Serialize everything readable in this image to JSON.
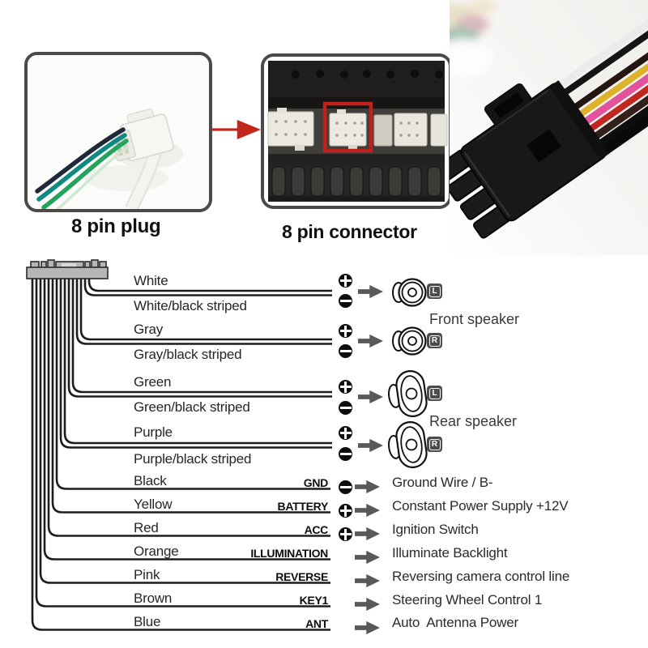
{
  "header": {
    "plug_caption": "8 pin plug",
    "connector_caption": "8 pin connector"
  },
  "icons": {
    "polarity_plus": "plus-in-circle",
    "polarity_minus": "minus-in-circle",
    "flow_arrow": "right-arrow",
    "front_speaker": "round-speaker",
    "rear_speaker": "oval-speaker",
    "photo_arrow": "red-right-arrow"
  },
  "colors": {
    "wire_line": "#1d1d1d",
    "flow_arrow": "#595959",
    "photo_arrow": "#c3261c",
    "highlight_box": "#c2201a",
    "badge_bg": "#4c4c4c"
  },
  "diagram": {
    "front_group_label": "Front speaker",
    "rear_group_label": "Rear speaker",
    "speaker_pairs": [
      {
        "positive_wire": "White",
        "negative_wire": "White/black striped",
        "channel": "L",
        "speaker_shape": "round"
      },
      {
        "positive_wire": "Gray",
        "negative_wire": "Gray/black striped",
        "channel": "R",
        "speaker_shape": "round"
      },
      {
        "positive_wire": "Green",
        "negative_wire": "Green/black striped",
        "channel": "L",
        "speaker_shape": "oval"
      },
      {
        "positive_wire": "Purple",
        "negative_wire": "Purple/black striped",
        "channel": "R",
        "speaker_shape": "oval"
      }
    ],
    "single_wires": [
      {
        "color": "Black",
        "pin": "GND",
        "polarity": "minus",
        "function": "Ground Wire / B-"
      },
      {
        "color": "Yellow",
        "pin": "BATTERY",
        "polarity": "plus",
        "function": "Constant Power Supply +12V"
      },
      {
        "color": "Red",
        "pin": "ACC",
        "polarity": "plus",
        "function": "Ignition Switch"
      },
      {
        "color": "Orange",
        "pin": "ILLUMINATION",
        "polarity": "none",
        "function": "Illuminate Backlight"
      },
      {
        "color": "Pink",
        "pin": "REVERSE",
        "polarity": "none",
        "function": "Reversing camera control line"
      },
      {
        "color": "Brown",
        "pin": "KEY1",
        "polarity": "none",
        "function": "Steering Wheel Control 1"
      },
      {
        "color": "Blue",
        "pin": "ANT",
        "polarity": "none",
        "function": "Auto  Antenna Power"
      }
    ]
  }
}
